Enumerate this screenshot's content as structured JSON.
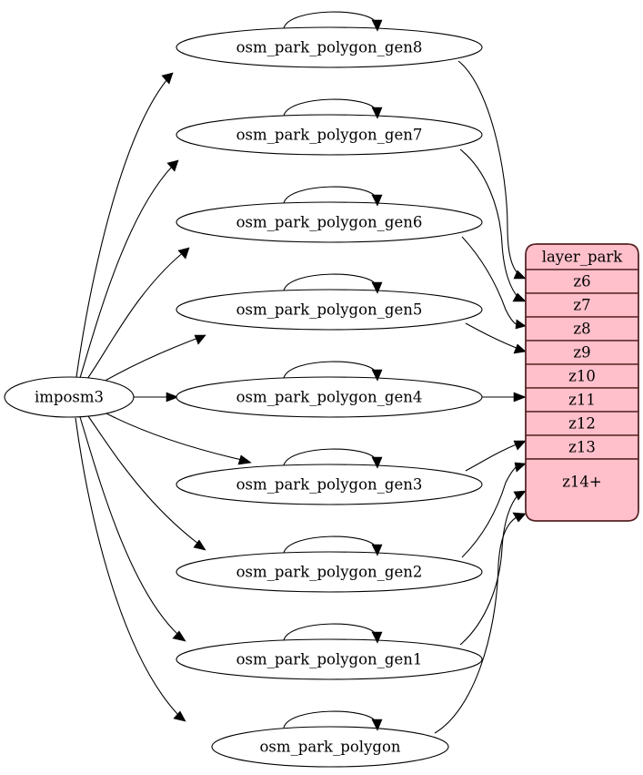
{
  "diagram": {
    "type": "graphviz-digraph",
    "background_color": "#ffffff",
    "source_node": {
      "id": "imposm3",
      "label": "imposm3",
      "shape": "ellipse",
      "fill": "#ffffff",
      "stroke": "#000000"
    },
    "table_node": {
      "id": "layer_park",
      "title": "layer_park",
      "fill": "#ffc0cb",
      "stroke": "#552222",
      "rows": [
        "z6",
        "z7",
        "z8",
        "z9",
        "z10",
        "z11",
        "z12",
        "z13",
        "z14+"
      ]
    },
    "nodes": [
      {
        "id": "osm_park_polygon_gen8",
        "label": "osm_park_polygon_gen8",
        "zoom_target": "z6"
      },
      {
        "id": "osm_park_polygon_gen7",
        "label": "osm_park_polygon_gen7",
        "zoom_target": "z7"
      },
      {
        "id": "osm_park_polygon_gen6",
        "label": "osm_park_polygon_gen6",
        "zoom_target": "z8"
      },
      {
        "id": "osm_park_polygon_gen5",
        "label": "osm_park_polygon_gen5",
        "zoom_target": "z9"
      },
      {
        "id": "osm_park_polygon_gen4",
        "label": "osm_park_polygon_gen4",
        "zoom_target": "z10"
      },
      {
        "id": "osm_park_polygon_gen3",
        "label": "osm_park_polygon_gen3",
        "zoom_target": "z11"
      },
      {
        "id": "osm_park_polygon_gen2",
        "label": "osm_park_polygon_gen2",
        "zoom_target": "z12"
      },
      {
        "id": "osm_park_polygon_gen1",
        "label": "osm_park_polygon_gen1",
        "zoom_target": "z13"
      },
      {
        "id": "osm_park_polygon",
        "label": "osm_park_polygon",
        "zoom_target": "z14+"
      }
    ],
    "edges": [
      {
        "from": "imposm3",
        "to": "osm_park_polygon_gen8"
      },
      {
        "from": "imposm3",
        "to": "osm_park_polygon_gen7"
      },
      {
        "from": "imposm3",
        "to": "osm_park_polygon_gen6"
      },
      {
        "from": "imposm3",
        "to": "osm_park_polygon_gen5"
      },
      {
        "from": "imposm3",
        "to": "osm_park_polygon_gen4"
      },
      {
        "from": "imposm3",
        "to": "osm_park_polygon_gen3"
      },
      {
        "from": "imposm3",
        "to": "osm_park_polygon_gen2"
      },
      {
        "from": "imposm3",
        "to": "osm_park_polygon_gen1"
      },
      {
        "from": "imposm3",
        "to": "osm_park_polygon"
      },
      {
        "from": "osm_park_polygon_gen8",
        "to": "layer_park:z6"
      },
      {
        "from": "osm_park_polygon_gen7",
        "to": "layer_park:z7"
      },
      {
        "from": "osm_park_polygon_gen6",
        "to": "layer_park:z8"
      },
      {
        "from": "osm_park_polygon_gen5",
        "to": "layer_park:z9"
      },
      {
        "from": "osm_park_polygon_gen4",
        "to": "layer_park:z10"
      },
      {
        "from": "osm_park_polygon_gen3",
        "to": "layer_park:z11"
      },
      {
        "from": "osm_park_polygon_gen2",
        "to": "layer_park:z12"
      },
      {
        "from": "osm_park_polygon_gen1",
        "to": "layer_park:z13"
      },
      {
        "from": "osm_park_polygon",
        "to": "layer_park:z14+"
      },
      {
        "from": "osm_park_polygon_gen8",
        "to": "osm_park_polygon_gen8",
        "self_loop": true
      },
      {
        "from": "osm_park_polygon_gen7",
        "to": "osm_park_polygon_gen7",
        "self_loop": true
      },
      {
        "from": "osm_park_polygon_gen6",
        "to": "osm_park_polygon_gen6",
        "self_loop": true
      },
      {
        "from": "osm_park_polygon_gen5",
        "to": "osm_park_polygon_gen5",
        "self_loop": true
      },
      {
        "from": "osm_park_polygon_gen4",
        "to": "osm_park_polygon_gen4",
        "self_loop": true
      },
      {
        "from": "osm_park_polygon_gen3",
        "to": "osm_park_polygon_gen3",
        "self_loop": true
      },
      {
        "from": "osm_park_polygon_gen2",
        "to": "osm_park_polygon_gen2",
        "self_loop": true
      },
      {
        "from": "osm_park_polygon_gen1",
        "to": "osm_park_polygon_gen1",
        "self_loop": true
      },
      {
        "from": "osm_park_polygon",
        "to": "osm_park_polygon",
        "self_loop": true
      }
    ]
  }
}
